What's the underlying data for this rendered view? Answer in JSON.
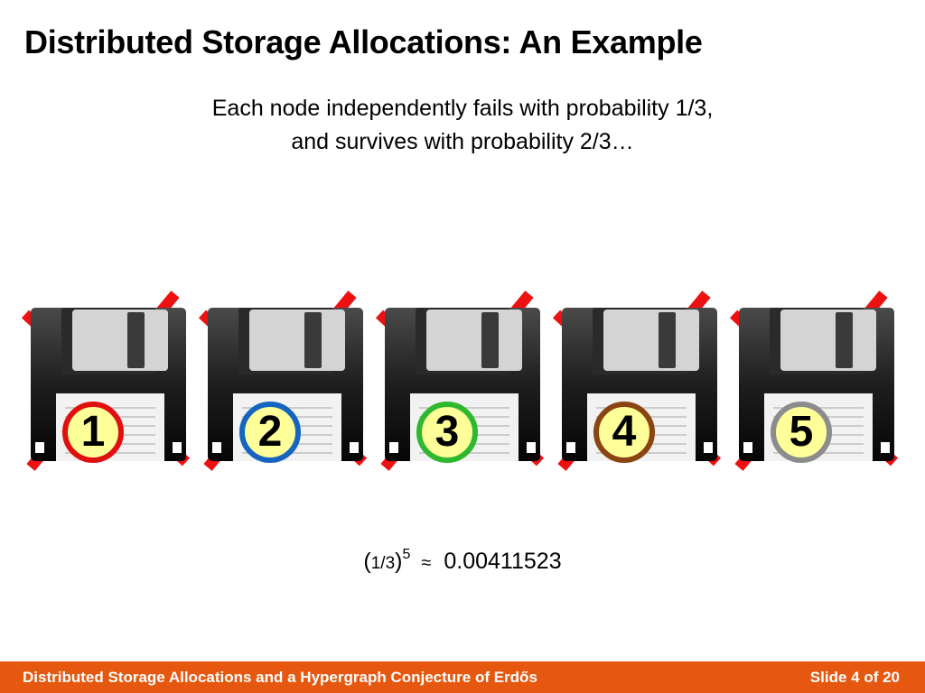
{
  "slide": {
    "title": "Distributed Storage Allocations: An Example",
    "subtitle_line1": "Each node independently fails with probability 1/3,",
    "subtitle_line2": "and survives with probability 2/3…"
  },
  "disks": [
    {
      "label": "1",
      "ring_color": "#e01010",
      "failed": true
    },
    {
      "label": "2",
      "ring_color": "#1565c0",
      "failed": true
    },
    {
      "label": "3",
      "ring_color": "#2fb82f",
      "failed": true
    },
    {
      "label": "4",
      "ring_color": "#8b4513",
      "failed": true
    },
    {
      "label": "5",
      "ring_color": "#8c8c8c",
      "failed": true
    }
  ],
  "formula": {
    "open_paren": "(",
    "numerator": "1",
    "slash": "/",
    "denominator": "3",
    "close_paren": ")",
    "exponent": "5",
    "approx_symbol": "≈",
    "value": "0.00411523"
  },
  "footer": {
    "left_text": "Distributed Storage Allocations and a Hypergraph Conjecture of Erdős",
    "right_text": "Slide 4 of 20",
    "background_color": "#e6580f"
  },
  "colors": {
    "cross_red": "#ee1111",
    "label_fill": "#ffff99"
  },
  "icons": {
    "disk": "floppy-disk-icon",
    "cross": "red-x-icon"
  }
}
